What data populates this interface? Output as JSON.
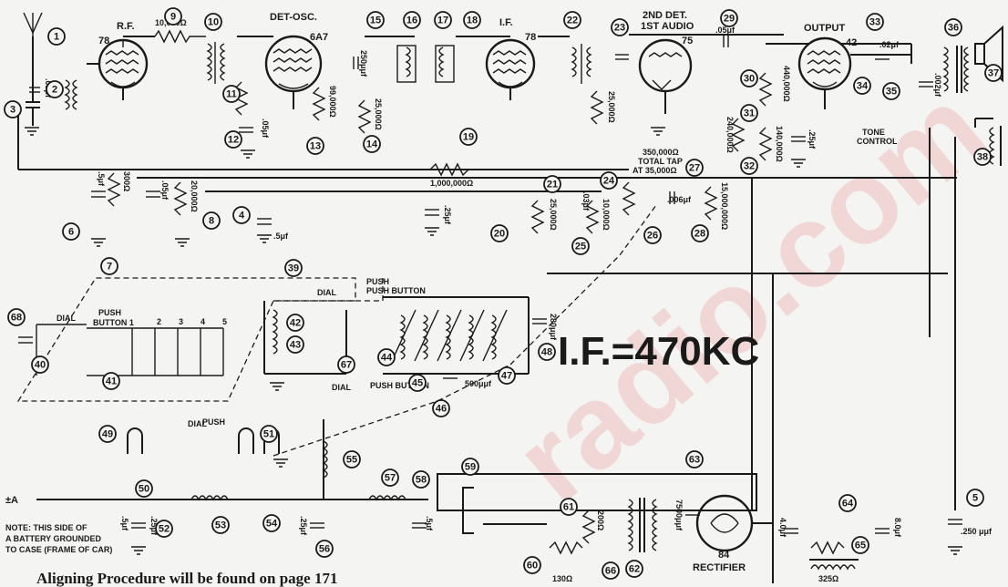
{
  "tubes": {
    "rf": {
      "name": "R.F.",
      "type": "78"
    },
    "det_osc": {
      "name": "DET-OSC.",
      "type": "6A7"
    },
    "if": {
      "name": "I.F.",
      "type": "78"
    },
    "second_det": {
      "name_line1": "2ND DET.",
      "name_line2": "1ST AUDIO",
      "type": "75"
    },
    "output": {
      "name": "OUTPUT",
      "type": "42"
    },
    "rectifier": {
      "name": "RECTIFIER",
      "type": "84"
    }
  },
  "values": {
    "r9": "10,000Ω",
    "r11": "",
    "c12": ".05μf",
    "r13": "99,000Ω",
    "c15": "250μμf",
    "r14": "25,000Ω",
    "r19": "1,000,000Ω",
    "r22_23": "25,000Ω",
    "c23": "",
    "c24": ".03μf",
    "r25": "10,000Ω",
    "pot_total": "350,000Ω",
    "pot_tap_1": "TOTAL TAP",
    "pot_tap_2": "AT 35,000Ω",
    "c27": ".006μf",
    "r28": "15,000,000Ω",
    "c29": ".05μf",
    "r30": "440,000Ω",
    "r31": "240,000Ω",
    "r32": "140,000Ω",
    "c6b": ".25μf",
    "c33": ".02μf",
    "c35": ".002μf",
    "c1": ".01μf",
    "c_left": ".5μf",
    "r_left": "300Ω",
    "c6_mid": ".05μf",
    "r8": "20,000Ω",
    "c4": ".5μf",
    "c6_center": ".25μf",
    "r20": "25,000Ω",
    "c48": "280μμf",
    "c46": "500μμf",
    "c50": ".5μf",
    "c52": ".25μf",
    "c56": ".25μf",
    "c58": ".5μf",
    "r61": "200Ω",
    "c63": "7500μμf",
    "c64a": "4.0μf",
    "c64b": "8.0μf",
    "r60": "130Ω",
    "r65": "325Ω",
    "c5": ".250 μμf"
  },
  "labels": {
    "if_freq": "I.F.=470KC",
    "dial": "DIAL",
    "push_button": "PUSH BUTTON",
    "push": "PUSH",
    "button_1": "BUTTON 1",
    "pb_nums": [
      "2",
      "3",
      "4",
      "5"
    ],
    "tone_control_1": "TONE",
    "tone_control_2": "CONTROL",
    "plus_a": "±A",
    "note_1": "NOTE: THIS SIDE OF",
    "note_2": "A BATTERY GROUNDED",
    "note_3": "TO CASE (FRAME OF CAR)",
    "caption": "Aligning Procedure will be found on page 171"
  },
  "refs": [
    "1",
    "2",
    "3",
    "4",
    "5",
    "6",
    "7",
    "8",
    "9",
    "10",
    "11",
    "12",
    "13",
    "14",
    "15",
    "16",
    "17",
    "18",
    "19",
    "20",
    "21",
    "22",
    "23",
    "24",
    "25",
    "26",
    "27",
    "28",
    "29",
    "30",
    "31",
    "32",
    "33",
    "34",
    "35",
    "36",
    "37",
    "38",
    "39",
    "40",
    "41",
    "42",
    "43",
    "44",
    "45",
    "46",
    "47",
    "48",
    "49",
    "50",
    "51",
    "52",
    "53",
    "54",
    "55",
    "56",
    "57",
    "58",
    "59",
    "60",
    "61",
    "62",
    "63",
    "64",
    "65",
    "66",
    "67",
    "68"
  ],
  "watermark": "radio.com"
}
